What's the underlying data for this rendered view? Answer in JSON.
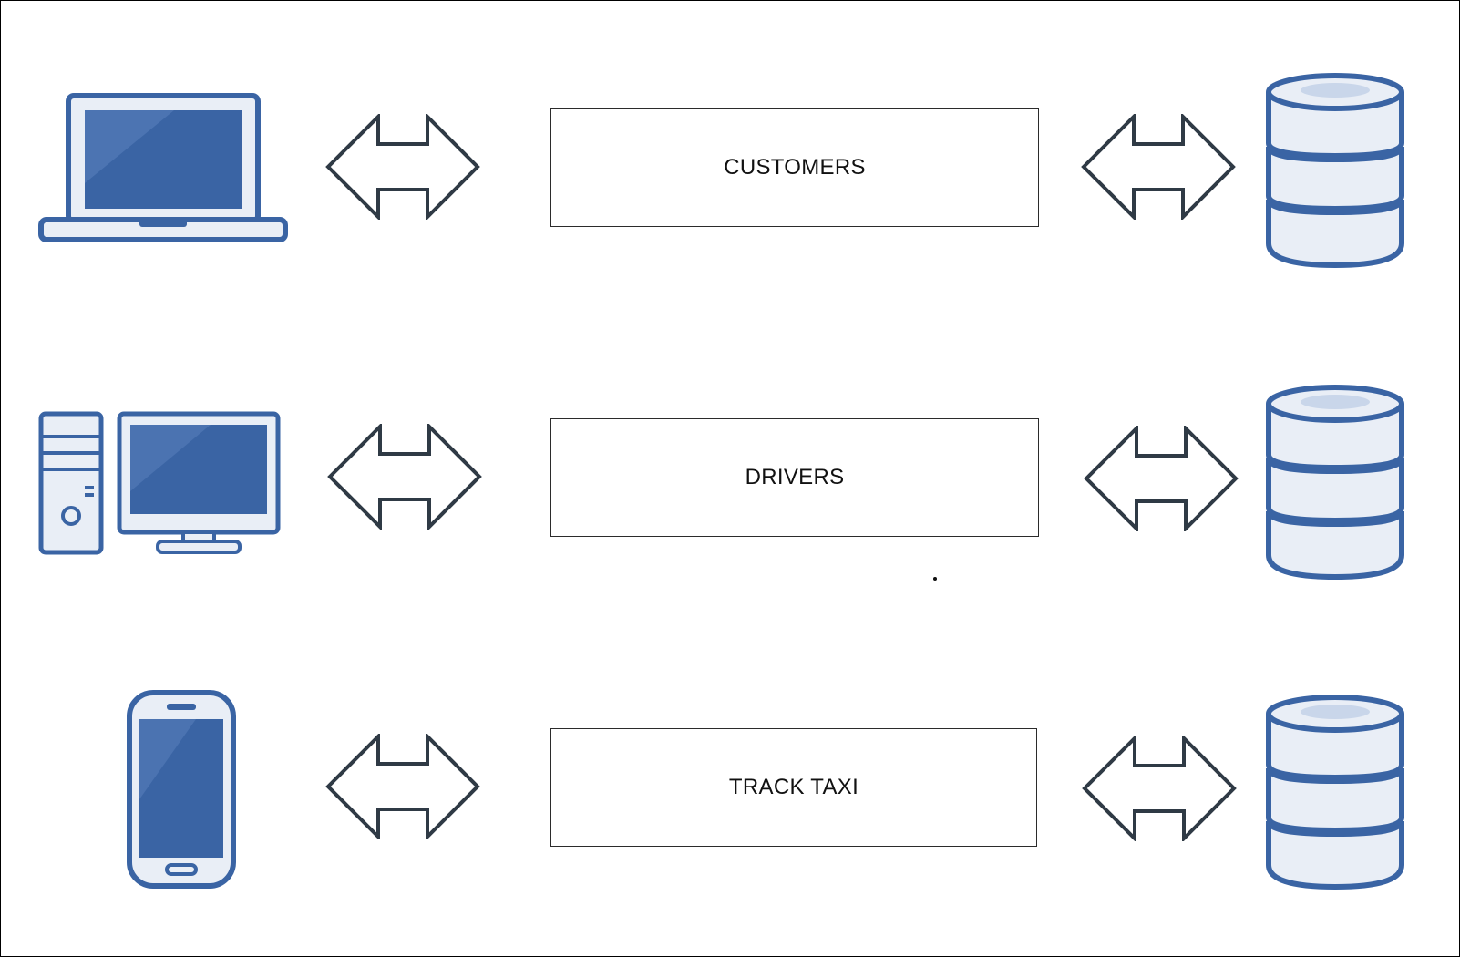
{
  "colors": {
    "icon_outline": "#3a64a4",
    "icon_fill": "#3a64a4",
    "icon_light": "#e9eef6",
    "icon_screen_shine": "#5b82bd",
    "arrow_stroke": "#2f3a45",
    "box_border": "#2b2b2b",
    "text": "#111111"
  },
  "rows": [
    {
      "client_icon": "laptop-icon",
      "service_label": "CUSTOMERS",
      "storage_icon": "database-icon"
    },
    {
      "client_icon": "desktop-computer-icon",
      "service_label": "DRIVERS",
      "storage_icon": "database-icon"
    },
    {
      "client_icon": "smartphone-icon",
      "service_label": "TRACK TAXI",
      "storage_icon": "database-icon"
    }
  ]
}
